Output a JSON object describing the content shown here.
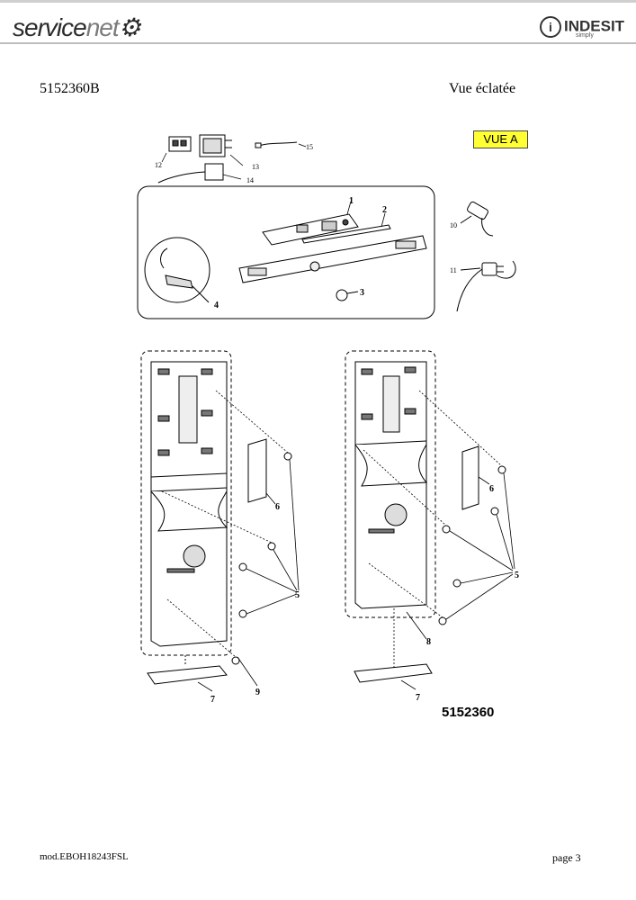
{
  "header": {
    "brand_left_a": "service",
    "brand_left_b": "net",
    "brand_right_mark": "i",
    "brand_right": "INDESIT",
    "brand_right_sub": "simply"
  },
  "document": {
    "reference": "5152360B",
    "view_title": "Vue éclatée",
    "view_badge": "VUE A",
    "part_number": "5152360"
  },
  "callouts": {
    "c1": "1",
    "c2": "2",
    "c3": "3",
    "c4": "4",
    "c5a": "5",
    "c5b": "5",
    "c6a": "6",
    "c6b": "6",
    "c7a": "7",
    "c7b": "7",
    "c8": "8",
    "c9": "9",
    "c10": "10",
    "c11": "11",
    "c12": "12",
    "c13": "13",
    "c14": "14",
    "c15": "15"
  },
  "footer": {
    "model": "mod.EBOH18243FSL",
    "page": "page 3"
  }
}
